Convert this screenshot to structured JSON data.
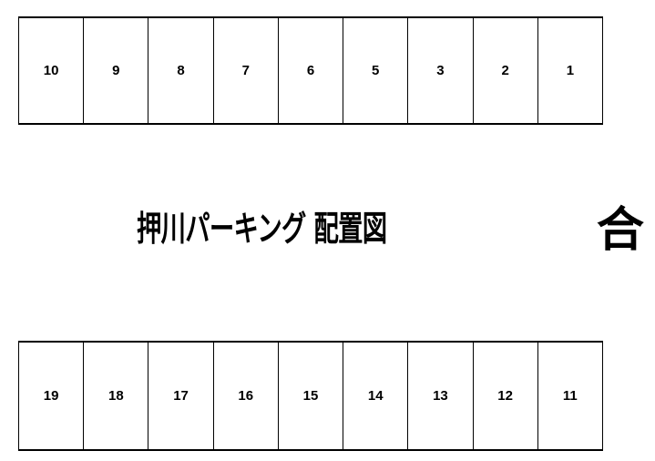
{
  "title": "押川パーキング 配置図",
  "side_text": "合",
  "rows": {
    "top": {
      "spaces": [
        "10",
        "9",
        "8",
        "7",
        "6",
        "5",
        "3",
        "2",
        "1"
      ]
    },
    "bottom": {
      "spaces": [
        "19",
        "18",
        "17",
        "16",
        "15",
        "14",
        "13",
        "12",
        "11"
      ]
    }
  }
}
